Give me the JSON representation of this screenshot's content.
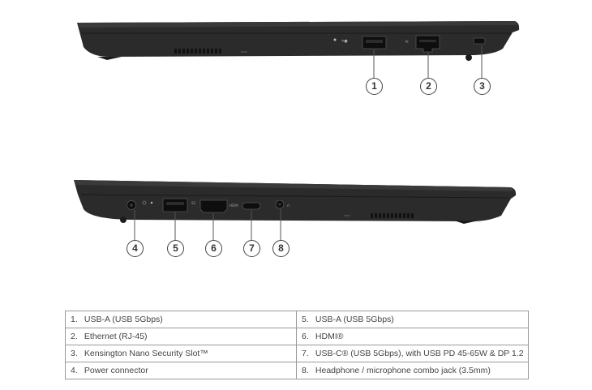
{
  "callouts": [
    "1",
    "2",
    "3",
    "4",
    "5",
    "6",
    "7",
    "8"
  ],
  "port_labels": {
    "usb_a_small": "SS",
    "hdmi_small": "HDMI"
  },
  "specs": {
    "rows": [
      {
        "left": {
          "num": "1.",
          "text": "USB-A (USB 5Gbps)"
        },
        "right": {
          "num": "5.",
          "text": "USB-A (USB 5Gbps)"
        }
      },
      {
        "left": {
          "num": "2.",
          "text": "Ethernet (RJ-45)"
        },
        "right": {
          "num": "6.",
          "text": "HDMI®"
        }
      },
      {
        "left": {
          "num": "3.",
          "text": "Kensington Nano Security Slot™"
        },
        "right": {
          "num": "7.",
          "text": "USB-C® (USB 5Gbps), with USB PD 45-65W & DP 1.2"
        }
      },
      {
        "left": {
          "num": "4.",
          "text": "Power connector"
        },
        "right": {
          "num": "8.",
          "text": "Headphone / microphone combo jack (3.5mm)"
        }
      }
    ]
  },
  "colors": {
    "chassis": "#2a2a2a",
    "chassis_edge": "#1a1a1a",
    "port": "#0e0e0e",
    "line": "#555555"
  }
}
